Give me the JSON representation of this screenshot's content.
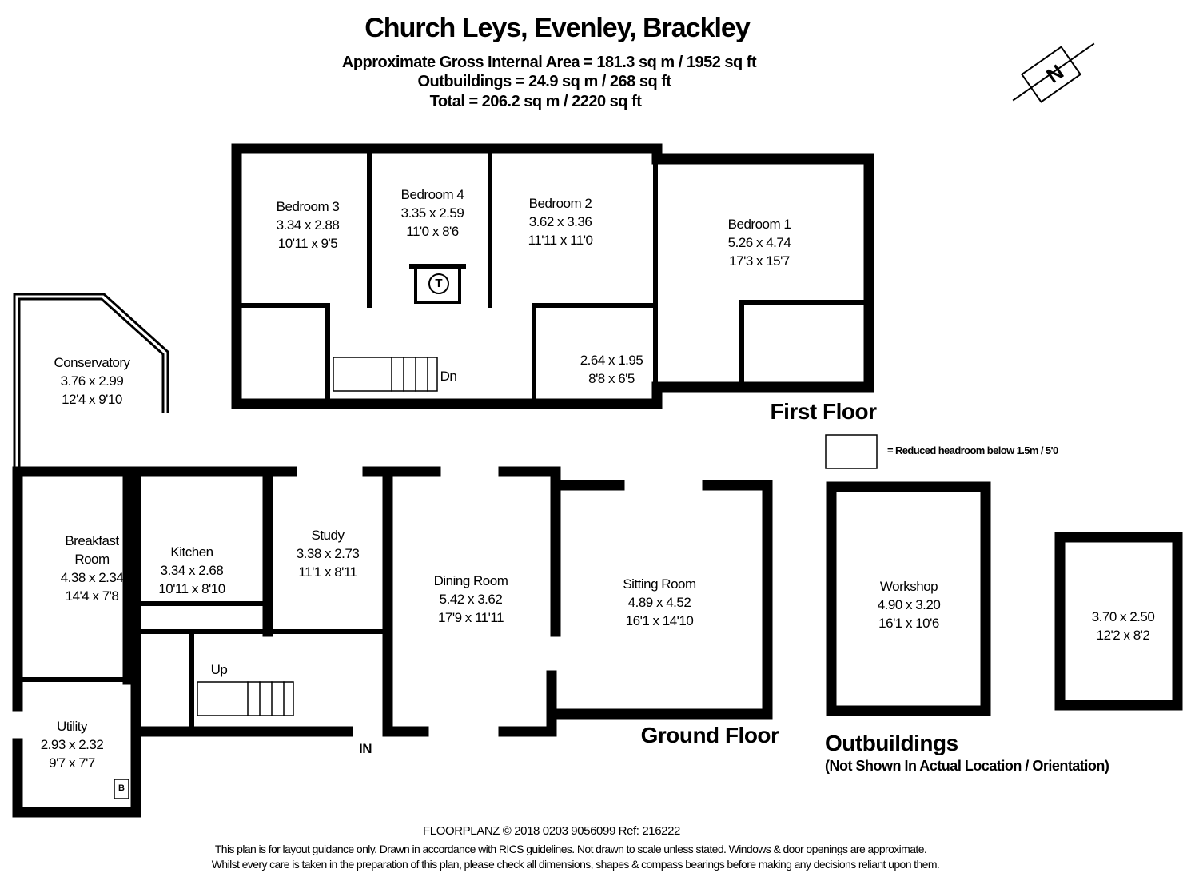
{
  "header": {
    "title": "Church Leys, Evenley, Brackley",
    "area_main": "Approximate Gross Internal Area = 181.3 sq m / 1952 sq ft",
    "area_outbuildings": "Outbuildings = 24.9 sq m / 268 sq ft",
    "area_total": "Total = 206.2 sq m / 2220 sq ft"
  },
  "compass": {
    "icon": "north-arrow-icon",
    "label": "N"
  },
  "first_floor": {
    "label": "First Floor",
    "rooms": [
      {
        "name": "Bedroom 3",
        "metric": "3.34 x 2.88",
        "imperial": "10'11 x 9'5"
      },
      {
        "name": "Bedroom 4",
        "metric": "3.35 x 2.59",
        "imperial": "11'0 x 8'6"
      },
      {
        "name": "Bedroom 2",
        "metric": "3.62 x 3.36",
        "imperial": "11'11 x 11'0"
      },
      {
        "name": "Bedroom 1",
        "metric": "5.26 x 4.74",
        "imperial": "17'3 x 15'7"
      },
      {
        "name": "",
        "metric": "2.64 x 1.95",
        "imperial": "8'8 x 6'5"
      }
    ],
    "stairs": "Dn",
    "tank": "T"
  },
  "ground_floor": {
    "label": "Ground Floor",
    "rooms": [
      {
        "name": "Conservatory",
        "metric": "3.76 x 2.99",
        "imperial": "12'4 x 9'10"
      },
      {
        "name": "Breakfast Room",
        "metric": "4.38 x 2.34",
        "imperial": "14'4 x 7'8"
      },
      {
        "name": "Kitchen",
        "metric": "3.34 x 2.68",
        "imperial": "10'11 x 8'10"
      },
      {
        "name": "Study",
        "metric": "3.38 x 2.73",
        "imperial": "11'1 x 8'11"
      },
      {
        "name": "Dining Room",
        "metric": "5.42 x 3.62",
        "imperial": "17'9 x 11'11"
      },
      {
        "name": "Sitting Room",
        "metric": "4.89 x 4.52",
        "imperial": "16'1 x 14'10"
      },
      {
        "name": "Utility",
        "metric": "2.93 x 2.32",
        "imperial": "9'7 x 7'7"
      }
    ],
    "stairs": "Up",
    "entrance": "IN",
    "boiler": "B"
  },
  "legend": {
    "text": "= Reduced headroom below 1.5m / 5'0"
  },
  "outbuildings": {
    "label": "Outbuildings",
    "note": "(Not Shown In Actual Location / Orientation)",
    "rooms": [
      {
        "name": "Workshop",
        "metric": "4.90 x 3.20",
        "imperial": "16'1 x 10'6"
      },
      {
        "name": "",
        "metric": "3.70 x 2.50",
        "imperial": "12'2 x 8'2"
      }
    ]
  },
  "footer": {
    "credit": "FLOORPLANZ © 2018   0203 9056099   Ref: 216222",
    "disclaimer1": "This plan is for layout guidance only. Drawn in accordance with RICS guidelines. Not drawn to scale unless stated. Windows & door openings are approximate.",
    "disclaimer2": "Whilst every care is taken in the preparation of this plan, please check all dimensions, shapes & compass bearings before making any decisions reliant upon them."
  }
}
